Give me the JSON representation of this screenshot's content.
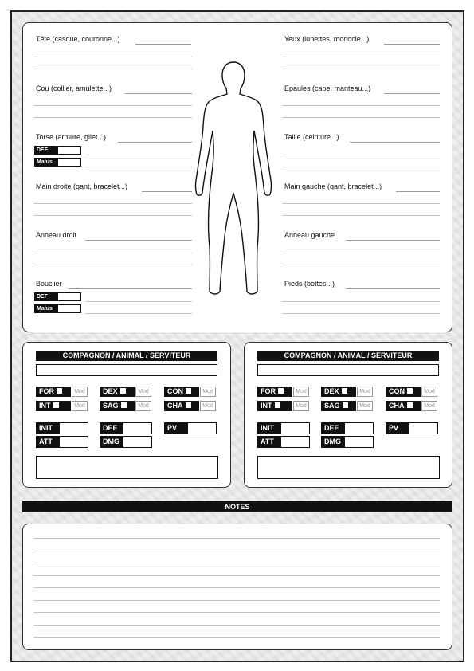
{
  "equipment": {
    "left": [
      {
        "label": "Tête (casque, couronne...)"
      },
      {
        "label": "Cou (collier, amulette...)"
      },
      {
        "label": "Torse (armure, gilet...)"
      },
      {
        "label": "Main droite (gant, bracelet...)"
      },
      {
        "label": "Anneau droit"
      },
      {
        "label": "Bouclier"
      }
    ],
    "right": [
      {
        "label": "Yeux (lunettes, monocle...)"
      },
      {
        "label": "Epaules (cape, manteau...)"
      },
      {
        "label": "Taille (ceinture...)"
      },
      {
        "label": "Main gauche (gant, bracelet...)"
      },
      {
        "label": "Anneau gauche"
      },
      {
        "label": "Pieds (bottes...)"
      }
    ],
    "def_label": "DEF",
    "malus_label": "Malus"
  },
  "companion": {
    "title": "COMPAGNON / ANIMAL / SERVITEUR",
    "abilities": [
      "FOR",
      "DEX",
      "CON",
      "INT",
      "SAG",
      "CHA"
    ],
    "mod_label": "Mod",
    "combat": [
      "INIT",
      "DEF",
      "PV",
      "ATT",
      "DMG"
    ]
  },
  "notes": {
    "title": "NOTES"
  }
}
